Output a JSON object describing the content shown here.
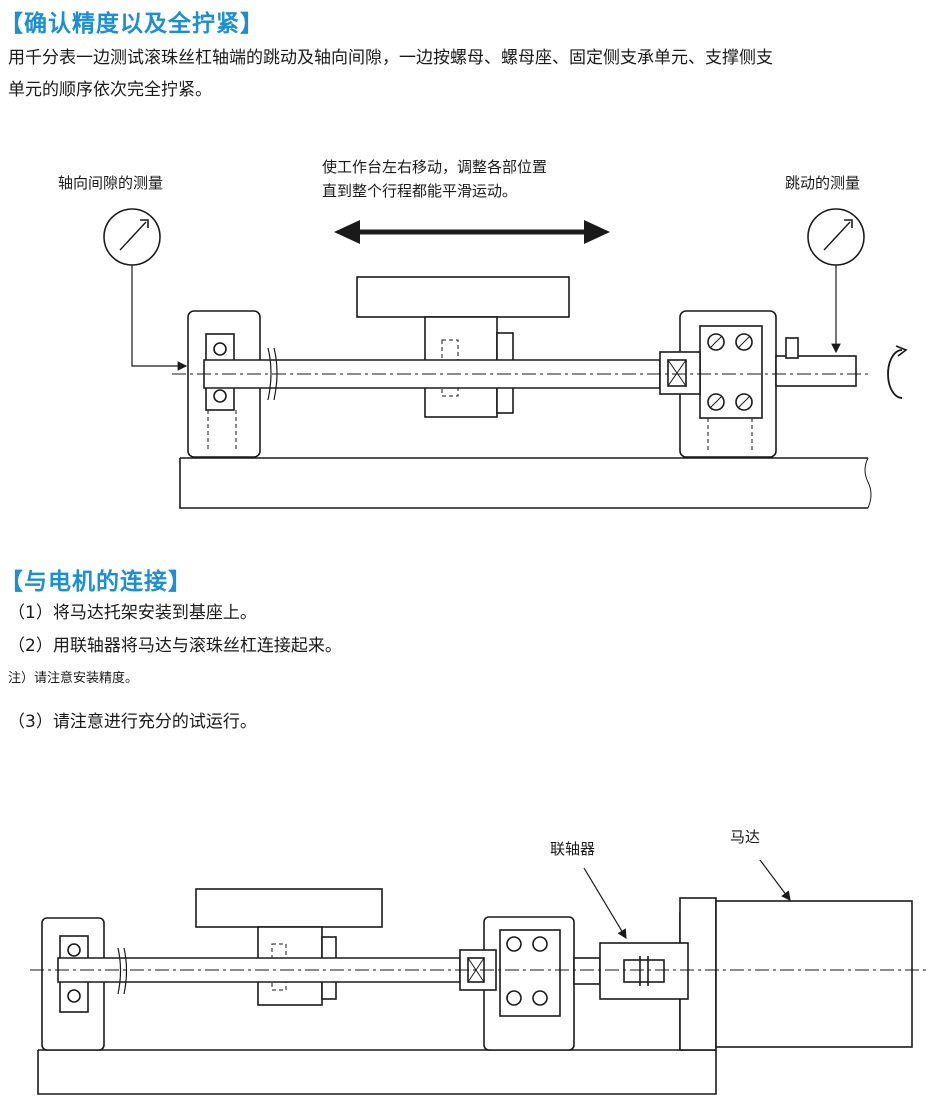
{
  "section1": {
    "heading": "【确认精度以及全拧紧】",
    "line1": "用千分表一边测试滚珠丝杠轴端的跳动及轴向间隙，一边按螺母、螺母座、固定侧支承单元、支撑侧支",
    "line2": "单元的顺序依次完全拧紧。",
    "figure": {
      "label_axial": "轴向间隙的测量",
      "label_move_1": "使工作台左右移动，调整各部位置",
      "label_move_2": "直到整个行程都能平滑运动。",
      "label_runout": "跳动的测量"
    }
  },
  "section2": {
    "heading": "【与电机的连接】",
    "step1": "（1）将马达托架安装到基座上。",
    "step2": "（2）用联轴器将马达与滚珠丝杠连接起来。",
    "note": "注）请注意安装精度。",
    "step3": "（3）请注意进行充分的试运行。",
    "figure": {
      "label_coupling": "联轴器",
      "label_motor": "马达"
    }
  },
  "colors": {
    "heading": "#1a8fd6",
    "gauge_arrow": "#2a8fd6",
    "line": "#1a1a1a"
  }
}
